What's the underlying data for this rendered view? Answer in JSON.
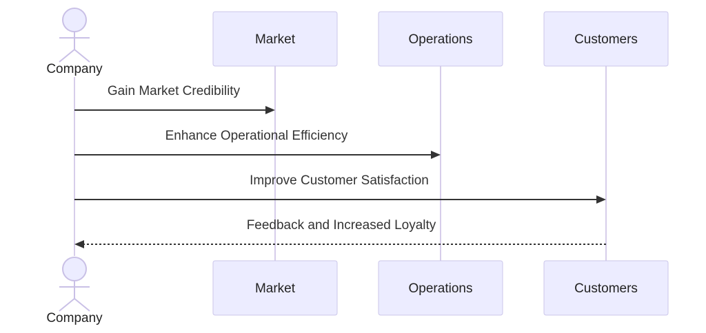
{
  "participants": [
    {
      "id": "company",
      "label": "Company",
      "kind": "actor"
    },
    {
      "id": "market",
      "label": "Market",
      "kind": "box"
    },
    {
      "id": "operations",
      "label": "Operations",
      "kind": "box"
    },
    {
      "id": "customers",
      "label": "Customers",
      "kind": "box"
    }
  ],
  "messages": [
    {
      "from": "company",
      "to": "market",
      "label": "Gain Market Credibility",
      "style": "solid"
    },
    {
      "from": "company",
      "to": "operations",
      "label": "Enhance Operational Efficiency",
      "style": "solid"
    },
    {
      "from": "company",
      "to": "customers",
      "label": "Improve Customer Satisfaction",
      "style": "solid"
    },
    {
      "from": "customers",
      "to": "company",
      "label": "Feedback and Increased Loyalty",
      "style": "dotted"
    }
  ],
  "colors": {
    "box_fill": "#ececff",
    "box_stroke": "#cbc6ea",
    "lifeline": "#d6cdea",
    "arrow": "#333333"
  }
}
